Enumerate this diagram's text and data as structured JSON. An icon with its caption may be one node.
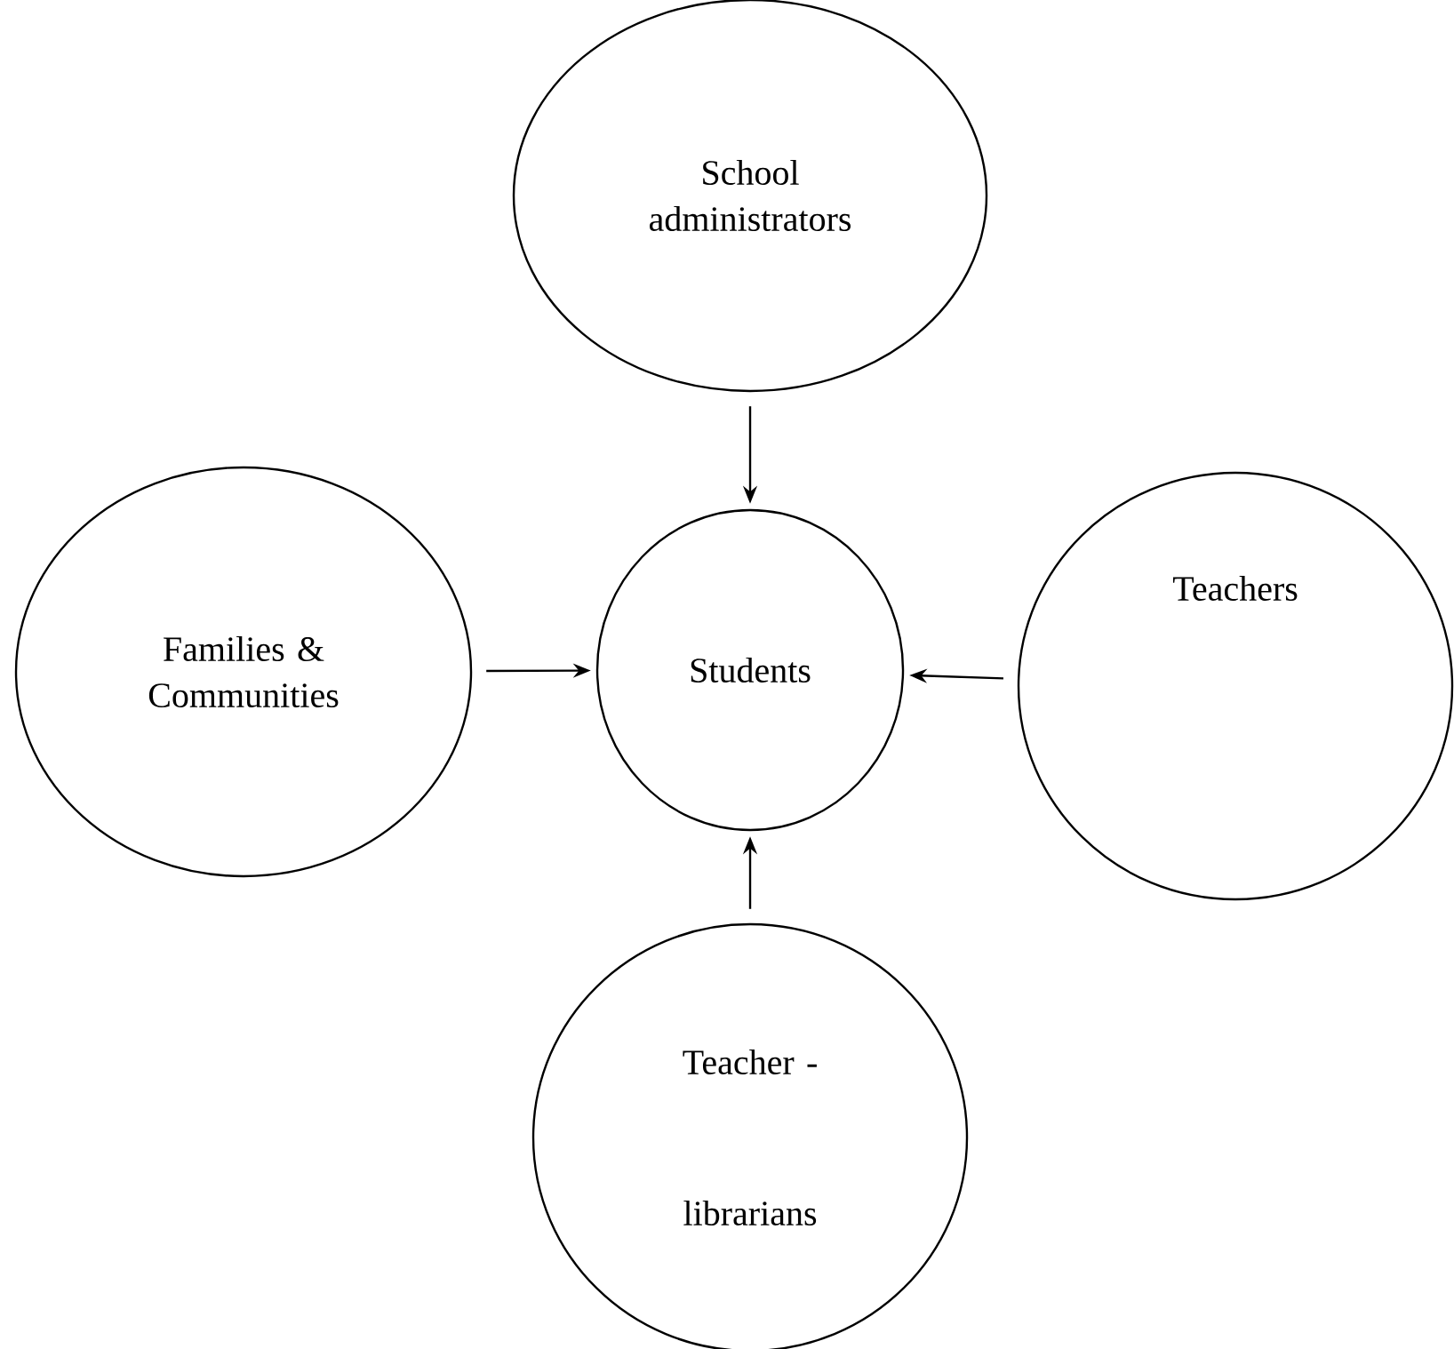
{
  "diagram": {
    "nodes": [
      {
        "text": [
          "School administrators"
        ]
      },
      {
        "text": [
          "Families & Communities"
        ]
      },
      {
        "text": [
          "Students"
        ]
      },
      {
        "text": [
          "Teachers"
        ]
      },
      {
        "text": [
          "Teacher - librarians"
        ]
      }
    ],
    "edges": [
      {
        "from": 0,
        "to": 2,
        "arrow": "to"
      },
      {
        "from": 1,
        "to": 2,
        "arrow": "to"
      },
      {
        "from": 3,
        "to": 2,
        "arrow": "to"
      },
      {
        "from": 4,
        "to": 2,
        "arrow": "to"
      }
    ]
  }
}
